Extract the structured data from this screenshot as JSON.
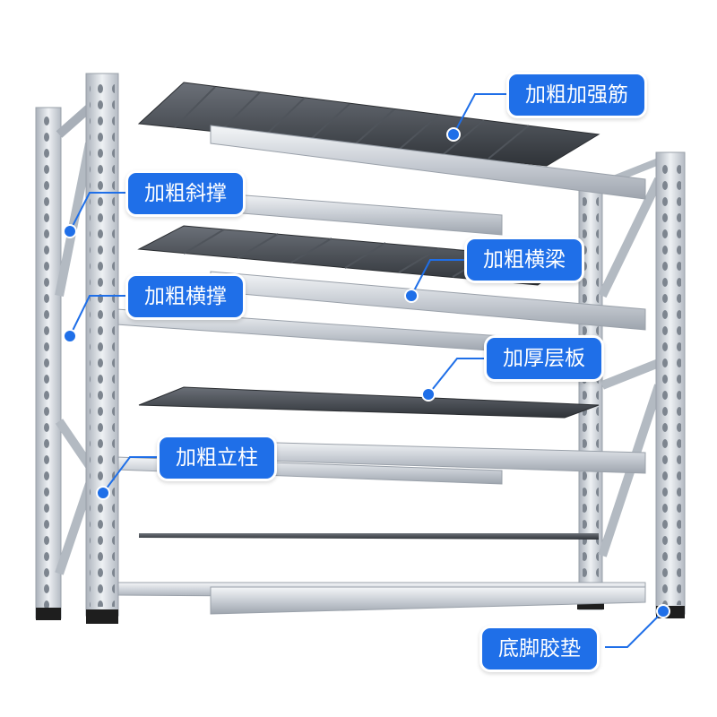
{
  "callouts": {
    "reinforcement_ribs": "加粗加强筋",
    "diagonal_brace": "加粗斜撑",
    "crossbeam": "加粗横梁",
    "horizontal_brace": "加粗横撑",
    "shelf_board": "加厚层板",
    "upright_post": "加粗立柱",
    "foot_pad": "底脚胶垫"
  },
  "colors": {
    "accent": "#1f6fe8",
    "steel_light": "#e4e8ed",
    "steel_mid": "#b8bfc8",
    "steel_dark": "#8a929c",
    "shelf_dark": "#3b3f45",
    "foot_pad": "#1e1e1e"
  }
}
